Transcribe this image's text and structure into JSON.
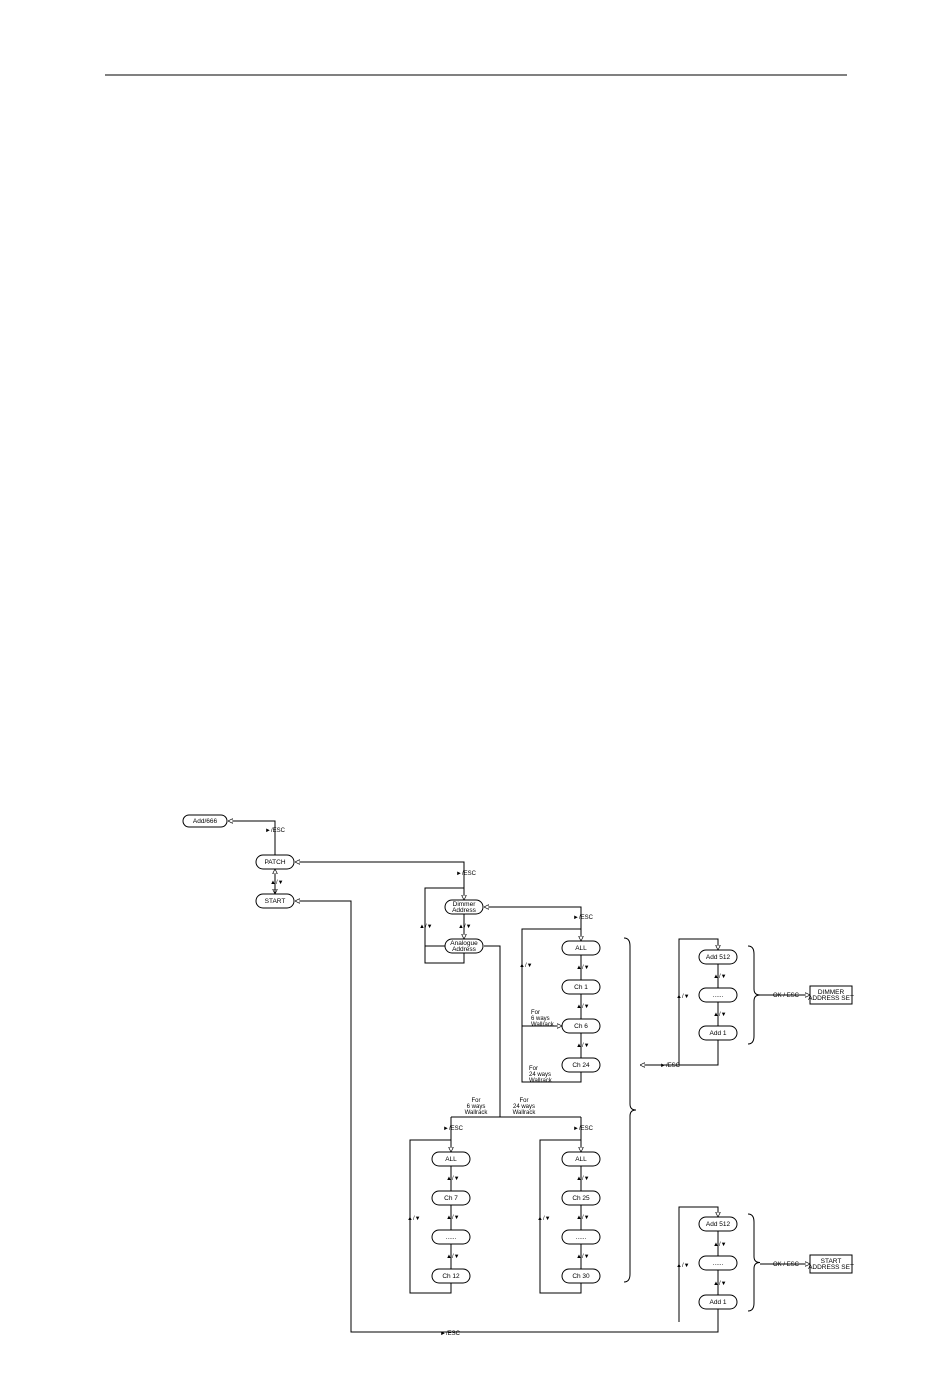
{
  "nodes": {
    "addr": "Add/666",
    "patch": "PATCH",
    "start": "START",
    "dimmer_address": [
      "Dimmer",
      "Address"
    ],
    "analogue_address": [
      "Analogue",
      "Address"
    ],
    "col1": [
      "ALL",
      "Ch 1",
      "Ch 6",
      "Ch 24"
    ],
    "col2": [
      "ALL",
      "Ch 7",
      "......",
      "Ch 12"
    ],
    "col3": [
      "ALL",
      "Ch 25",
      "......",
      "Ch 30"
    ],
    "add_top": [
      "Add 512",
      "......",
      "Add 1"
    ],
    "add_bottom": [
      "Add 512",
      "......",
      "Add 1"
    ],
    "dimmer_address_set": [
      "DIMMER",
      "ADDRESS SET"
    ],
    "start_address_set": [
      "START",
      "ADDRESS SET"
    ]
  },
  "labels": {
    "esc": "►/ESC",
    "updown": "▲/▼",
    "ok_esc": "OK / ESC",
    "for_6_ways_wallrack": [
      "For",
      "6 ways",
      "Wallrack"
    ],
    "for_24_ways_wallrack": [
      "For",
      "24 ways",
      "Wallrack"
    ]
  }
}
